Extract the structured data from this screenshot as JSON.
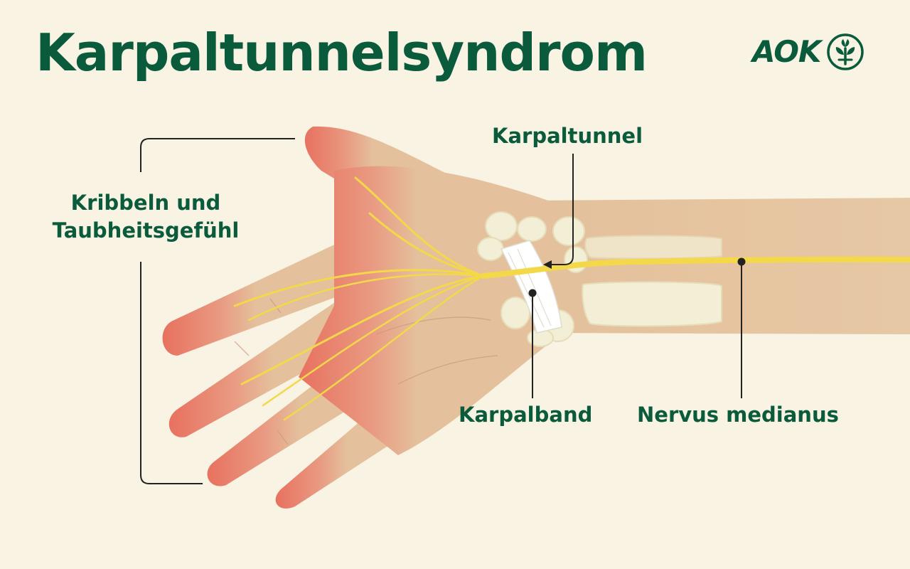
{
  "title": "Karpaltunnelsyndrom",
  "logo": {
    "text": "AOK",
    "icon": "aok-tree-seal-icon"
  },
  "labels": {
    "symptom_line1": "Kribbeln und",
    "symptom_line2": "Taubheitsgefühl",
    "tunnel": "Karpaltunnel",
    "band": "Karpalband",
    "nerve": "Nervus medianus"
  },
  "colors": {
    "background": "#f8f3e3",
    "text": "#0a5a3c",
    "skin": "#e4c09c",
    "inflamed": "#e8715f",
    "nerve": "#f3d94a",
    "bone": "#f3efd6"
  }
}
